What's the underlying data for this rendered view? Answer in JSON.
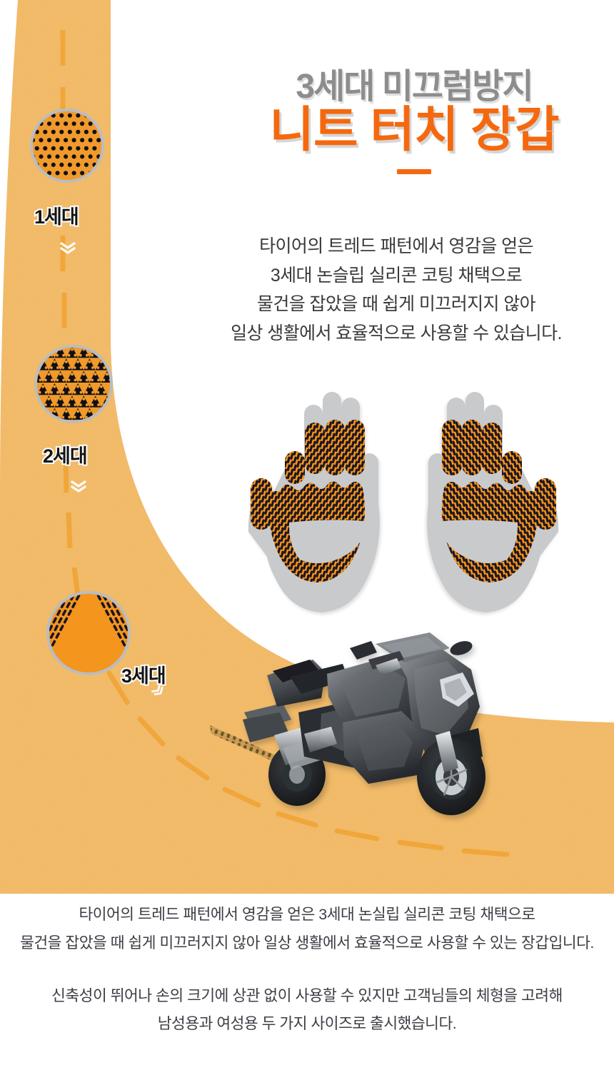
{
  "header": {
    "title_top": "3세대 미끄럼방지",
    "title_main": "니트 터치 장갑"
  },
  "intro": {
    "lines": [
      "타이어의 트레드 패턴에서 영감을 얻은",
      "3세대 논슬립 실리콘 코팅 채택으로",
      "물건을 잡았을 때 쉽게 미끄러지지 않아",
      "일상 생활에서 효율적으로 사용할 수  있습니다."
    ]
  },
  "generations": [
    {
      "label": "1세대",
      "pattern": "dots"
    },
    {
      "label": "2세대",
      "pattern": "triangles"
    },
    {
      "label": "3세대",
      "pattern": "herringbone"
    }
  ],
  "illustration": {
    "gloves_alt": "knit-touch-gloves-pair",
    "motorcycle_alt": "sport-motorcycle",
    "skid_alt": "tire-tread-skid-mark",
    "road_alt": "curving-road"
  },
  "footer": {
    "paragraph1": [
      "타이어의 트레드 패턴에서 영감을 얻은 3세대 논실립 실리콘 코팅 채택으로",
      "물건을 잡았을 때 쉽게 미끄러지지 않아 일상 생활에서 효율적으로 사용할 수 있는 장갑입니다."
    ],
    "paragraph2": [
      "신축성이 뛰어나 손의 크기에 상관 없이 사용할 수 있지만 고객님들의 체형을 고려해",
      "남성용과 여성용 두 가지 사이즈로 출시했습니다."
    ]
  },
  "colors": {
    "brand_orange": "#F4690F",
    "road": "#F5BD6B",
    "road_line": "#F0A63A",
    "title_gray": "#8D8D8D",
    "circle_border": "#B9BDC0",
    "glove_gray": "#C9CACC",
    "pattern_dark": "#1B1524",
    "pattern_orange": "#F4951E",
    "body_text": "#3D3D46"
  }
}
